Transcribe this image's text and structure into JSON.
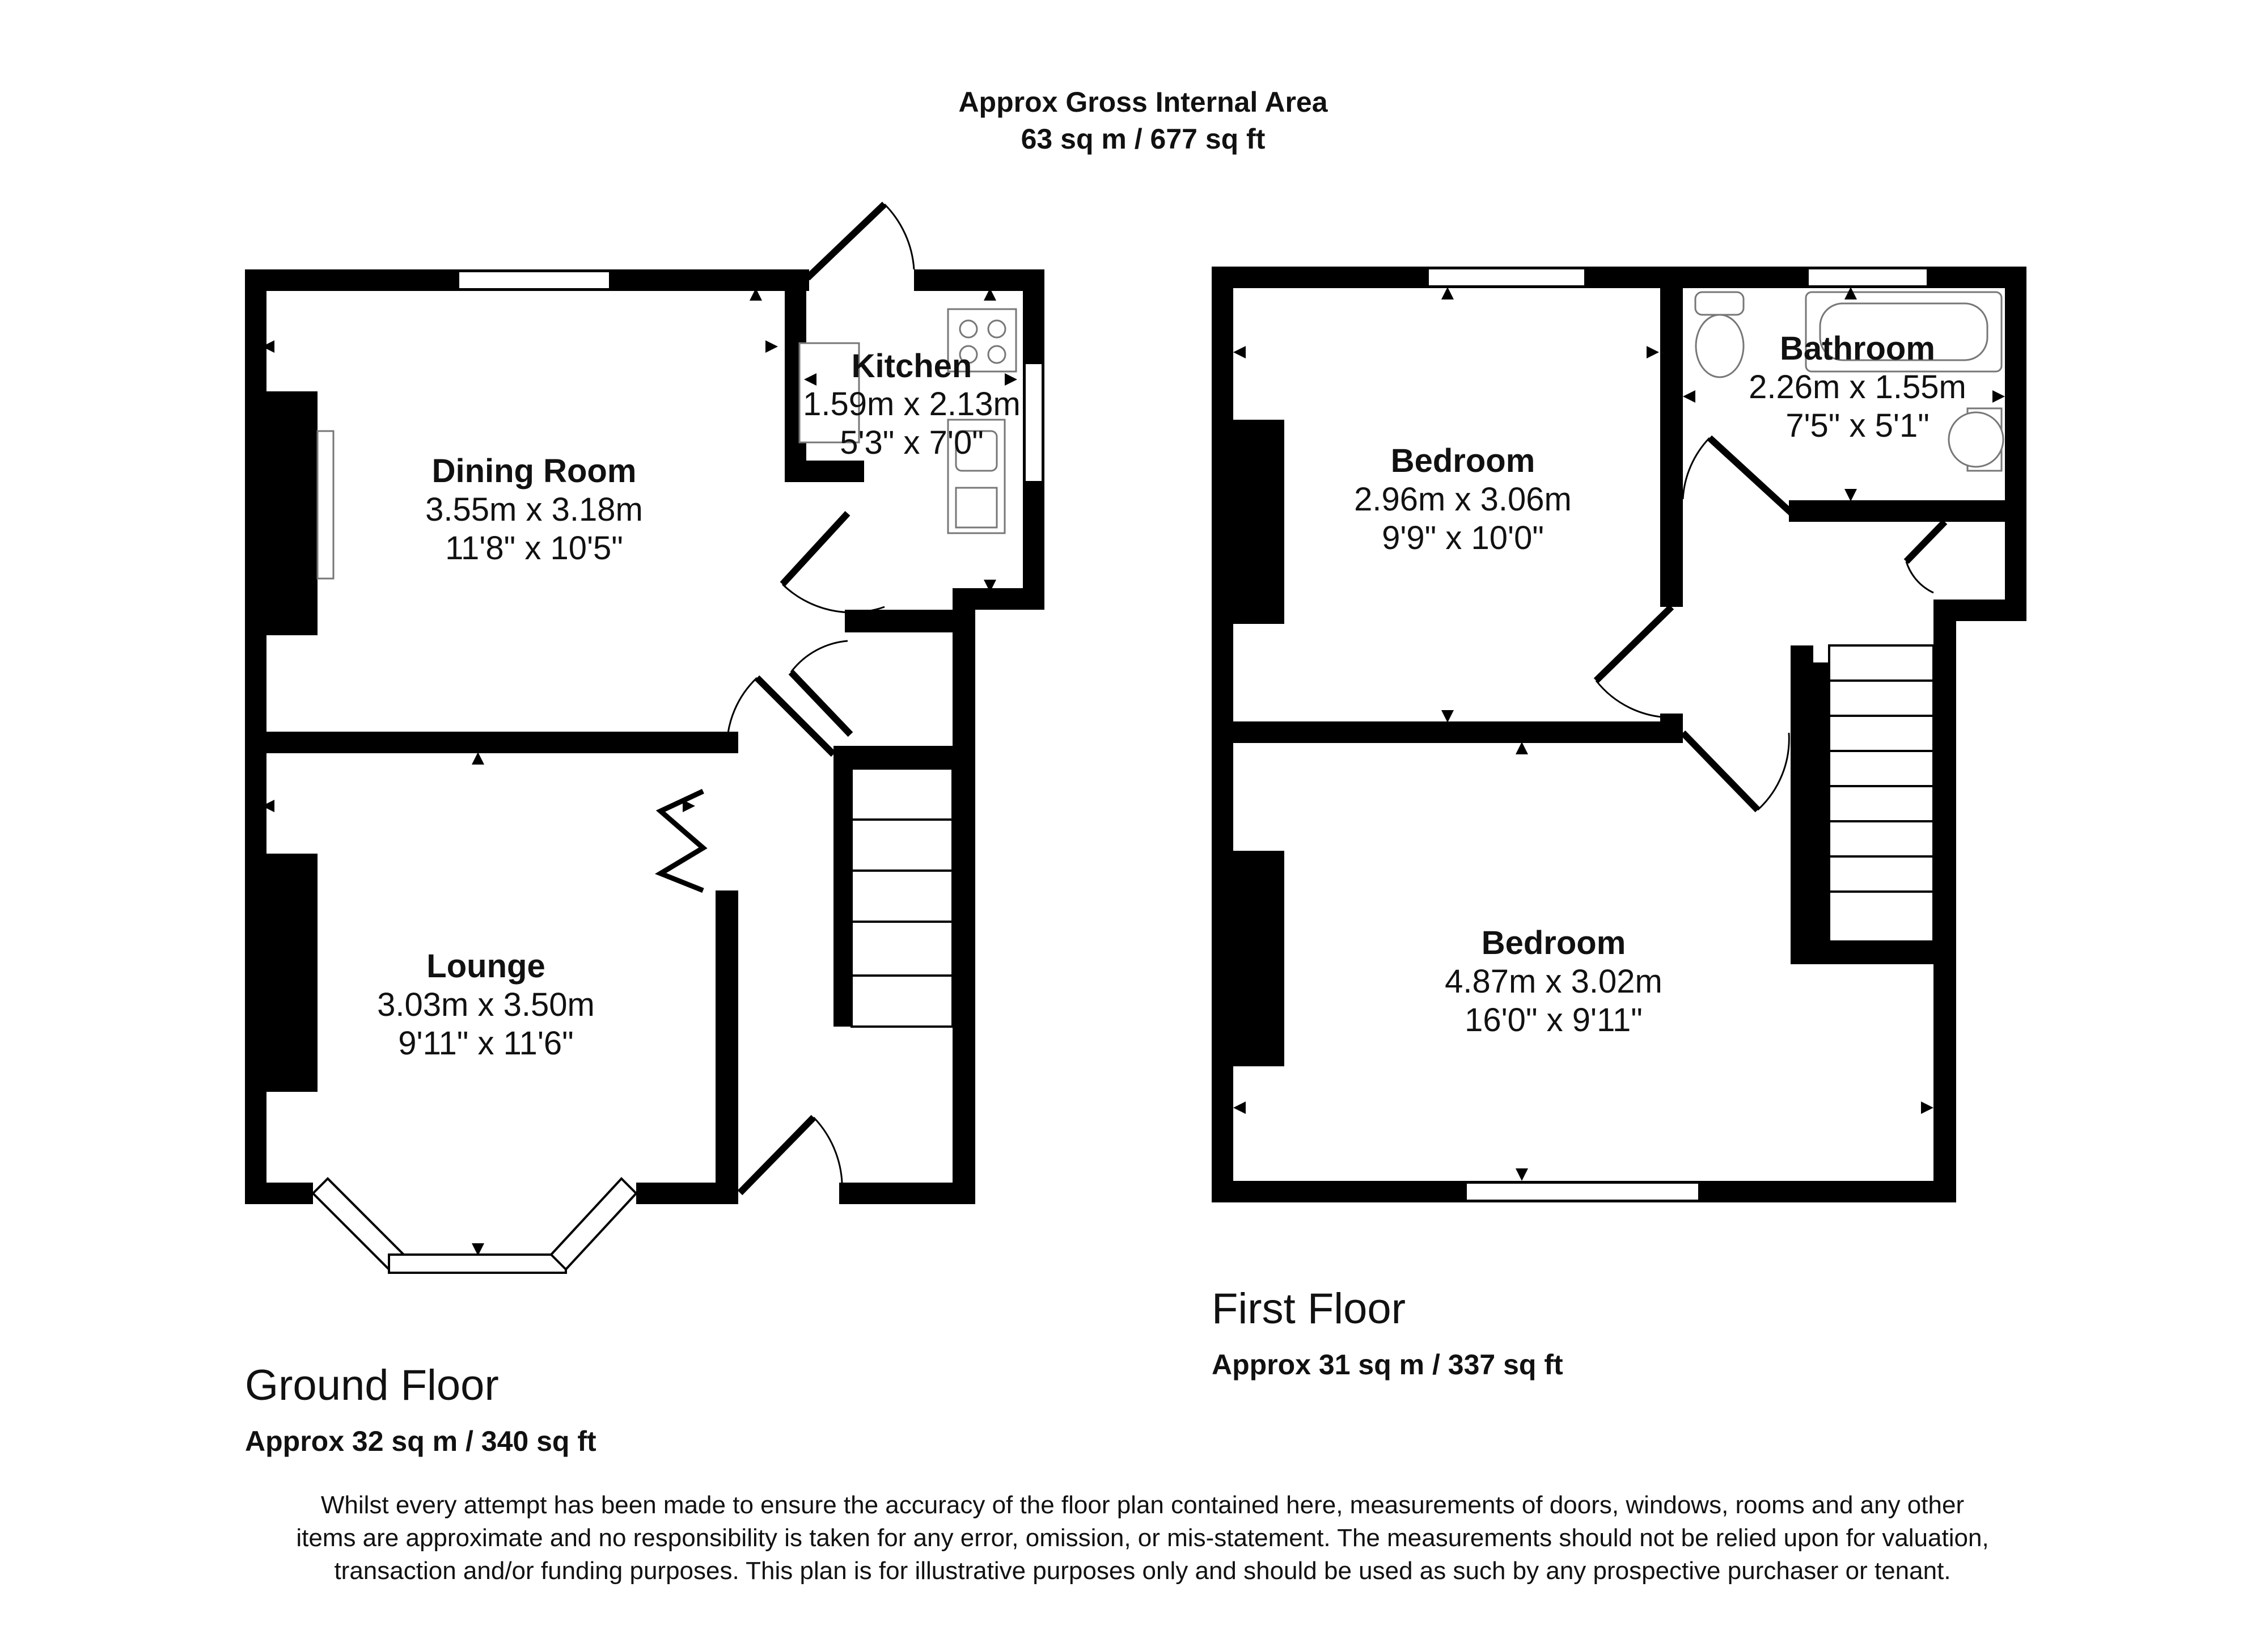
{
  "header": {
    "line1": "Approx Gross Internal Area",
    "line2": "63 sq m / 677 sq ft"
  },
  "floors": {
    "ground": {
      "title": "Ground Floor",
      "area": "Approx 32 sq m / 340 sq ft",
      "rooms": {
        "dining": {
          "name": "Dining Room",
          "metric": "3.55m x 3.18m",
          "imperial": "11'8\" x 10'5\""
        },
        "kitchen": {
          "name": "Kitchen",
          "metric": "1.59m x 2.13m",
          "imperial": "5'3\" x 7'0\""
        },
        "lounge": {
          "name": "Lounge",
          "metric": "3.03m x 3.50m",
          "imperial": "9'11\" x 11'6\""
        }
      }
    },
    "first": {
      "title": "First Floor",
      "area": "Approx 31 sq m / 337 sq ft",
      "rooms": {
        "bedroom1": {
          "name": "Bedroom",
          "metric": "2.96m x 3.06m",
          "imperial": "9'9\" x 10'0\""
        },
        "bathroom": {
          "name": "Bathroom",
          "metric": "2.26m x 1.55m",
          "imperial": "7'5\" x 5'1\""
        },
        "bedroom2": {
          "name": "Bedroom",
          "metric": "4.87m x 3.02m",
          "imperial": "16'0\" x 9'11\""
        }
      }
    }
  },
  "disclaimer": "Whilst every attempt has been made to ensure the accuracy of the floor plan contained here, measurements of doors, windows, rooms and any other items are approximate and no responsibility is taken for any error, omission, or mis-statement. The measurements should not be relied upon for valuation, transaction and/or funding purposes. This plan is for illustrative purposes only and should be used as such by any prospective purchaser or tenant."
}
